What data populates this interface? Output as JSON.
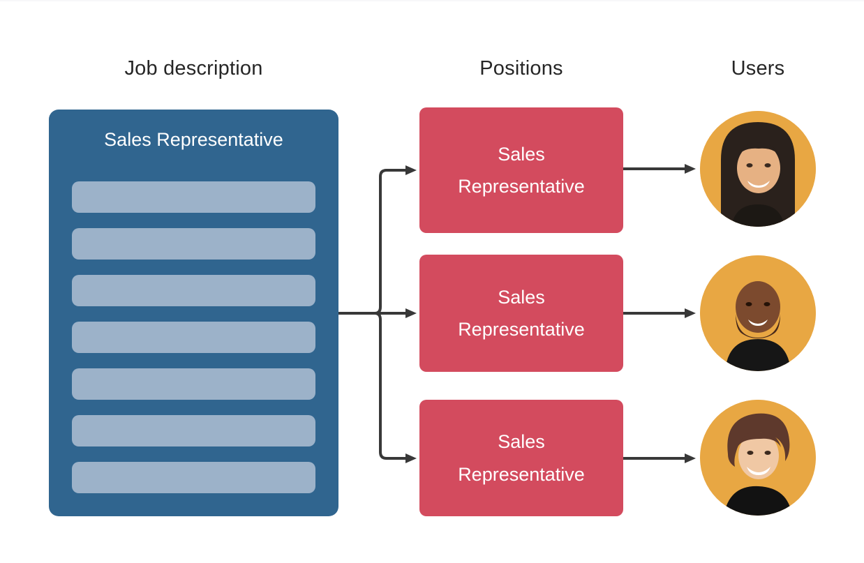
{
  "colors": {
    "job_card_bg": "#30658f",
    "placeholder_bar": "#9cb2c9",
    "position_card_bg": "#d34b5e",
    "avatar_bg": "#e8a743",
    "connector": "#383838",
    "heading_text": "#262626",
    "card_text": "#ffffff",
    "page_bg": "#ffffff"
  },
  "headers": {
    "job_description": "Job description",
    "positions": "Positions",
    "users": "Users"
  },
  "job_description": {
    "card_title": "Sales Representative",
    "placeholder_line_count": 7
  },
  "positions": {
    "items": [
      {
        "label": "Sales Representative"
      },
      {
        "label": "Sales Representative"
      },
      {
        "label": "Sales Representative"
      }
    ]
  },
  "users": {
    "items": [
      {
        "avatar": "woman-long-dark-hair"
      },
      {
        "avatar": "bald-man-with-beard"
      },
      {
        "avatar": "woman-short-brown-hair"
      }
    ]
  }
}
